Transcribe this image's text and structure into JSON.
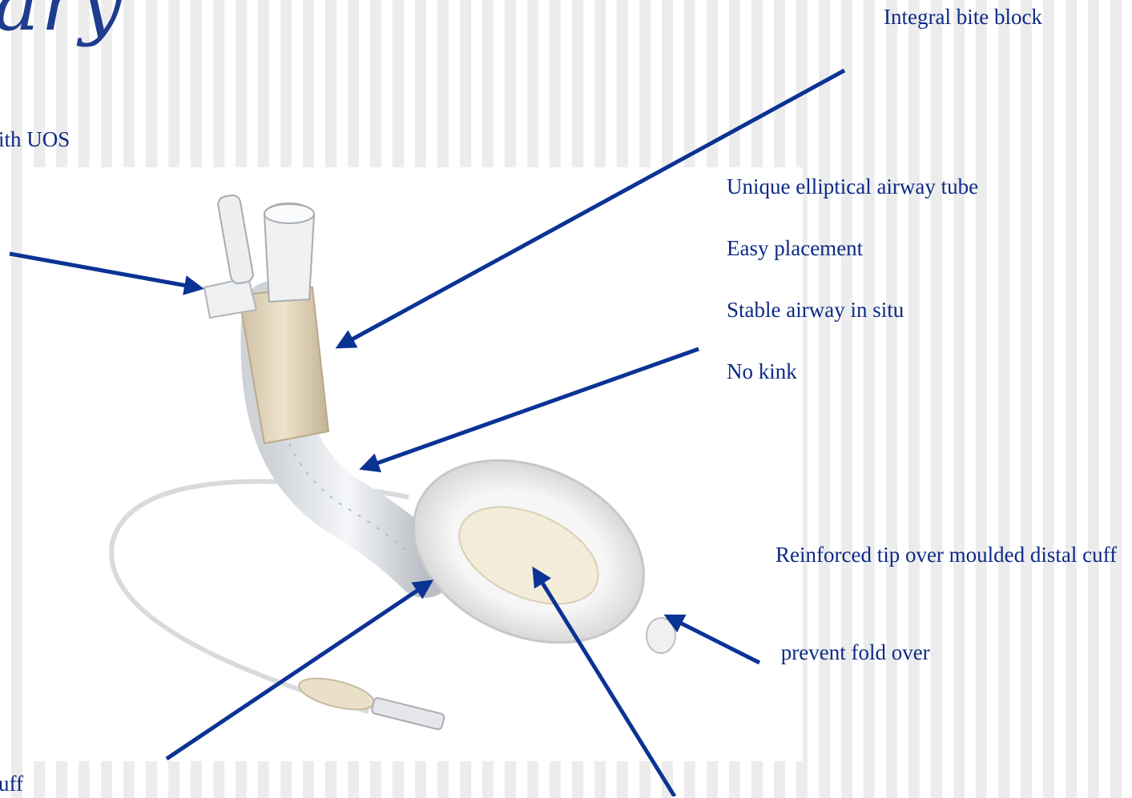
{
  "title_fragment": "ary",
  "labels": {
    "bite_block": "Integral bite block",
    "uos": "ith UOS",
    "elliptical_tube": "Unique elliptical airway tube",
    "easy_placement": "Easy placement",
    "stable_airway": "Stable airway in situ",
    "no_kink": "No kink",
    "reinforced_tip": "Reinforced tip over moulded  distal cuff",
    "fold_over": " prevent fold over",
    "cuff": "uff"
  },
  "colors": {
    "label_text": "#0d2a85",
    "arrow": "#0b3394",
    "title": "#1f3c8f"
  },
  "image": {
    "subject": "laryngeal-mask-airway-device"
  }
}
